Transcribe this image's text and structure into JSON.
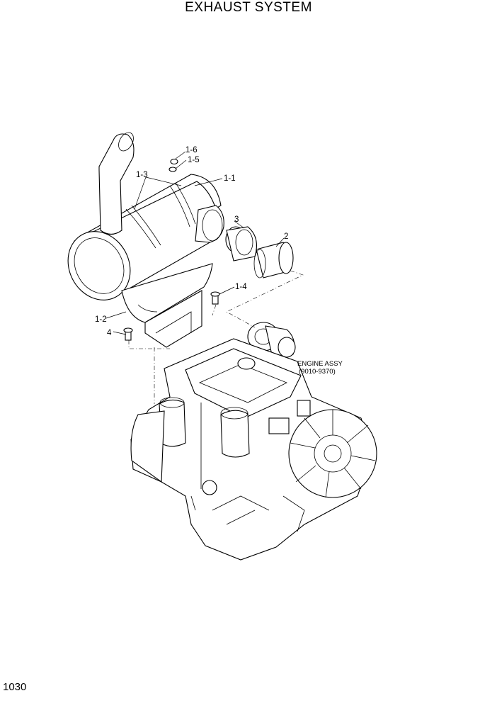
{
  "title": "EXHAUST SYSTEM",
  "page_number": "1030",
  "labels": {
    "p1_6": "1-6",
    "p1_5": "1-5",
    "p1_3": "1-3",
    "p1_1": "1-1",
    "p3": "3",
    "p2": "2",
    "p1_4": "1-4",
    "p1_2": "1-2",
    "p4": "4",
    "engine_line1": "ENGINE ASSY",
    "engine_line2": "(9010-9370)"
  }
}
